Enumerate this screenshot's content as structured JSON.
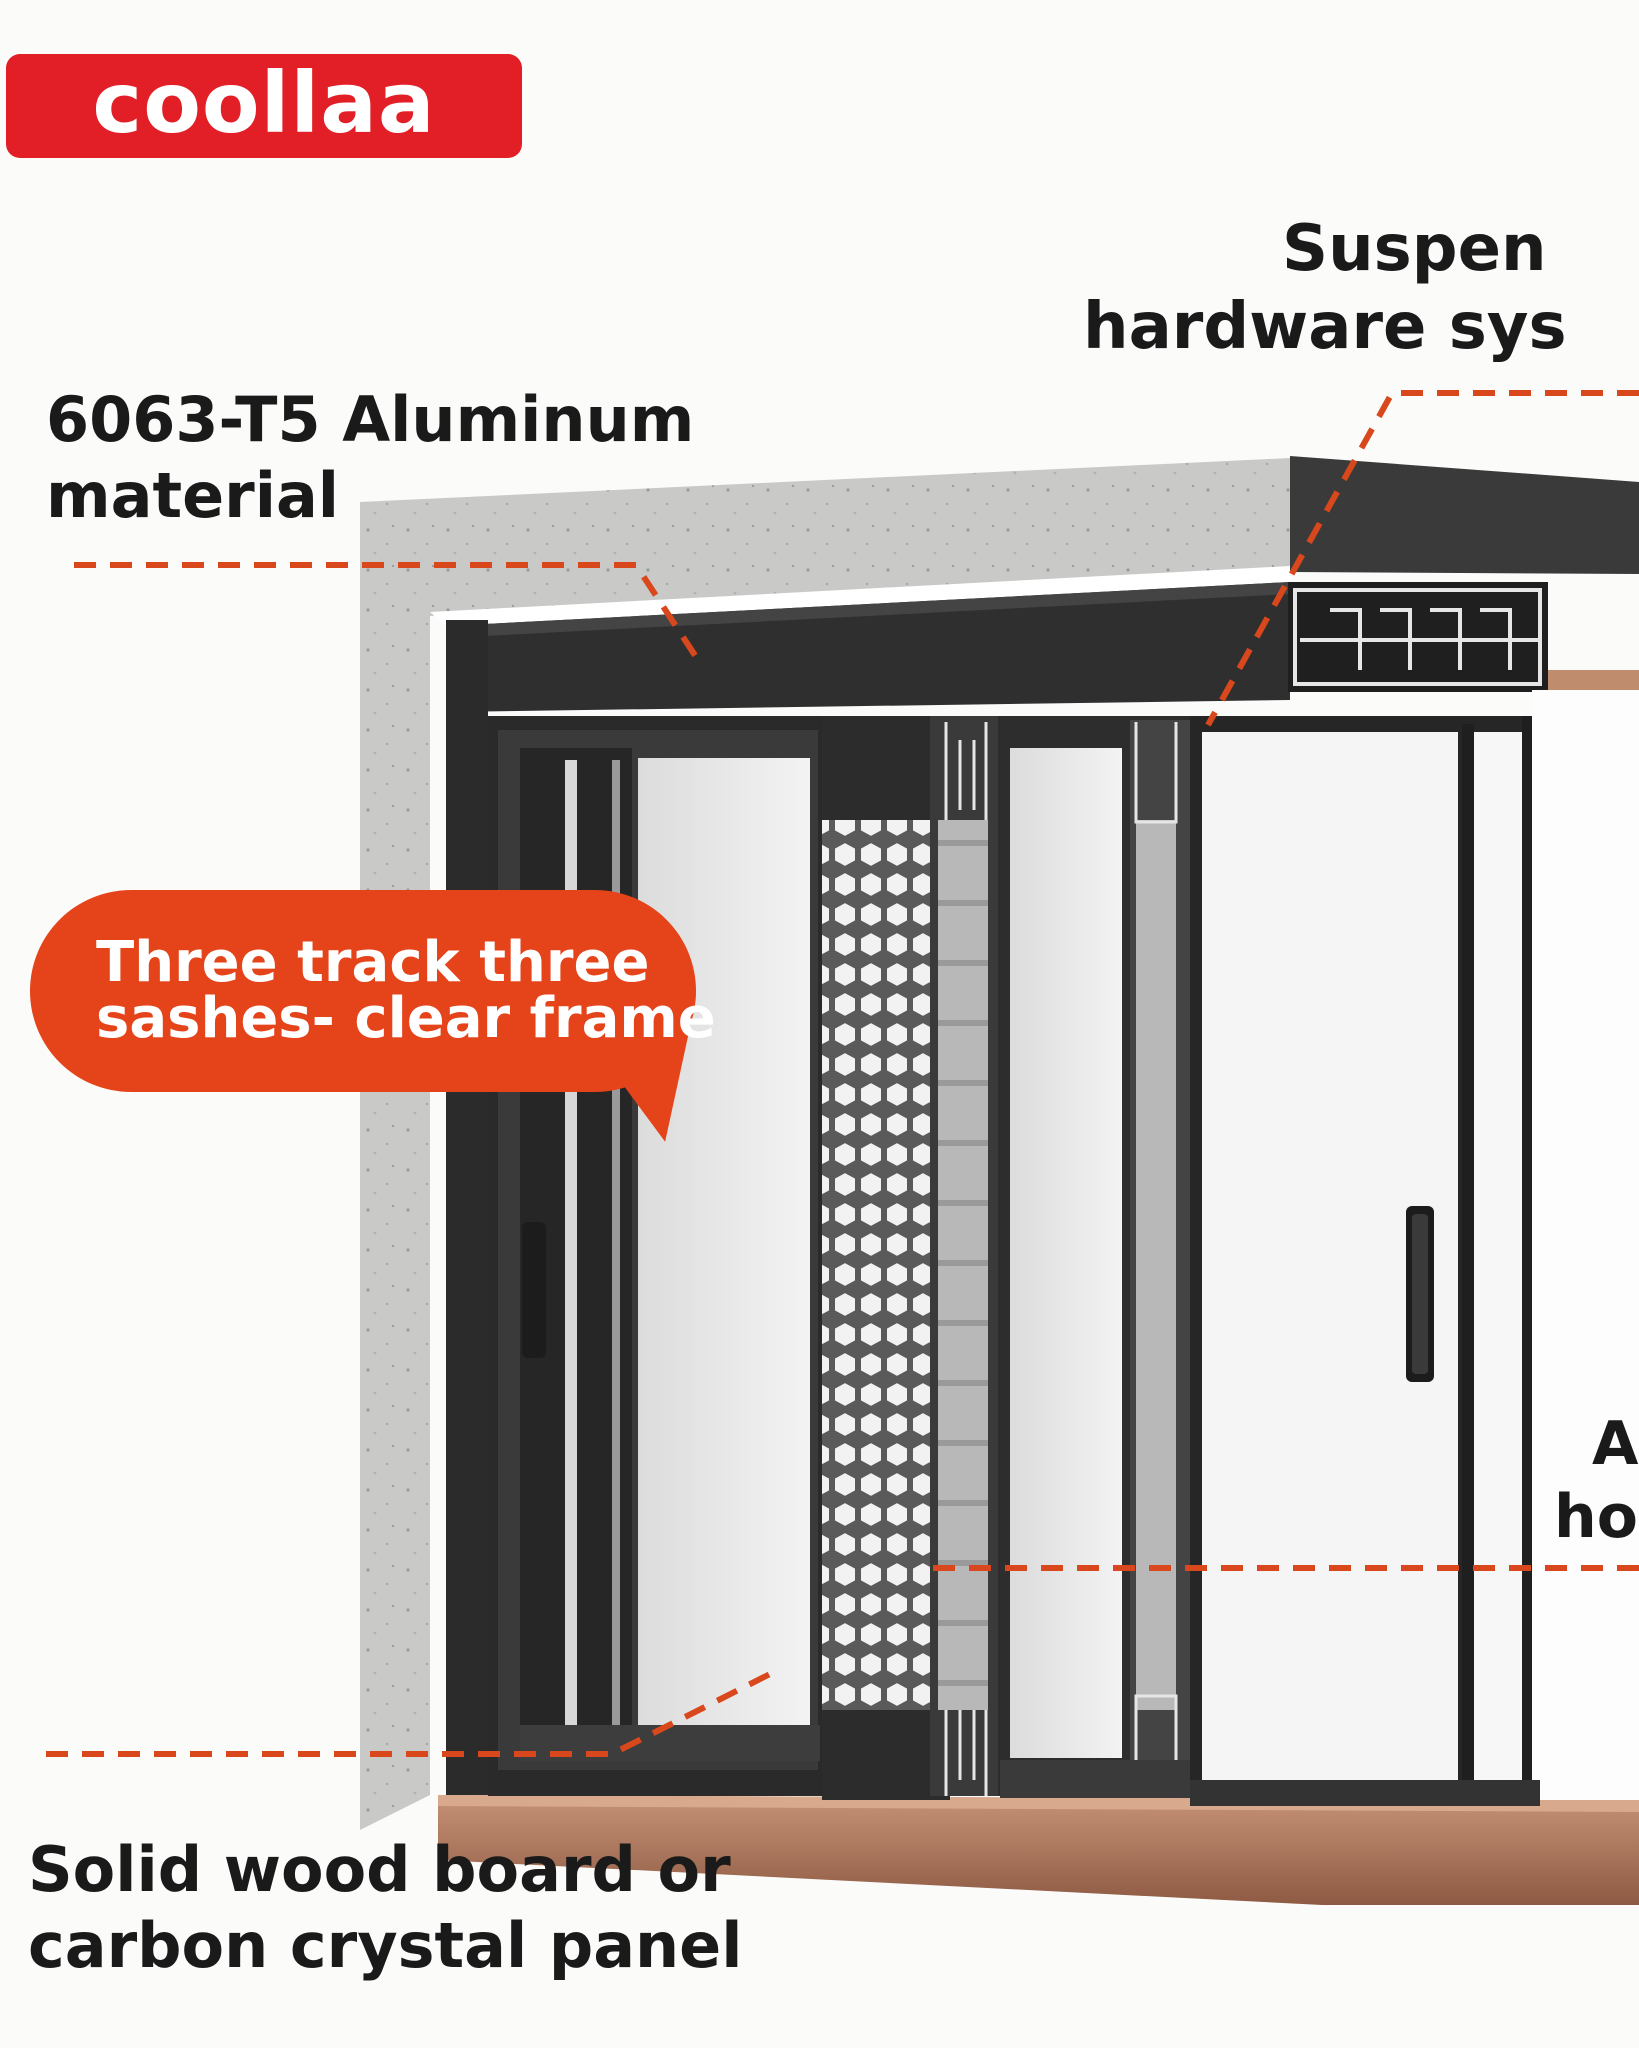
{
  "logo": {
    "text": "coollaa",
    "color": "#e21e26"
  },
  "callouts": {
    "aluminum": {
      "line1": "6063-T5  Aluminum",
      "line2": "material"
    },
    "hardware": {
      "line1": "Suspen",
      "line2": "hardware sys"
    },
    "wood": {
      "line1": "Solid wood board or",
      "line2": "carbon crystal panel"
    },
    "honeycomb": {
      "line1": "Al",
      "line2": "hon"
    }
  },
  "bubble": {
    "line1": "Three track three",
    "line2": "sashes- clear frame",
    "color": "#e5431a"
  },
  "colors": {
    "leader_lines": "#d9481c",
    "frame": "#2b2b2b",
    "concrete": "#c9c9c7",
    "wood": "#b5785a"
  },
  "icons": [
    "door-handle-icon",
    "door-handle-icon"
  ]
}
